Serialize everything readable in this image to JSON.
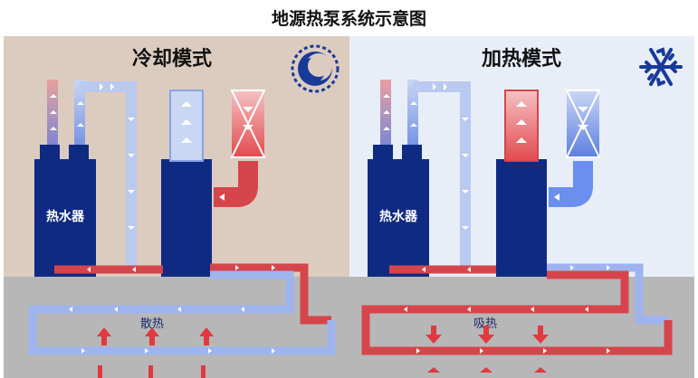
{
  "title": "地源热泵系统示意图",
  "panels": {
    "cooling": {
      "mode_title": "冷却模式",
      "heater_label": "热水器",
      "ground_label": "散热",
      "icon": "sun-icon"
    },
    "heating": {
      "mode_title": "加热模式",
      "heater_label": "热水器",
      "ground_label": "吸热",
      "icon": "snowflake-icon"
    }
  },
  "colors": {
    "cooling_bg": "#dcccbf",
    "heating_bg": "#e8eef8",
    "ground": "#b7b7b7",
    "unit_blue": "#0f2a82",
    "pipe_hot": "#d6454b",
    "pipe_cold": "#7b9ee8",
    "pipe_light": "#b9c9f0",
    "arrow_red": "#e0393f"
  }
}
